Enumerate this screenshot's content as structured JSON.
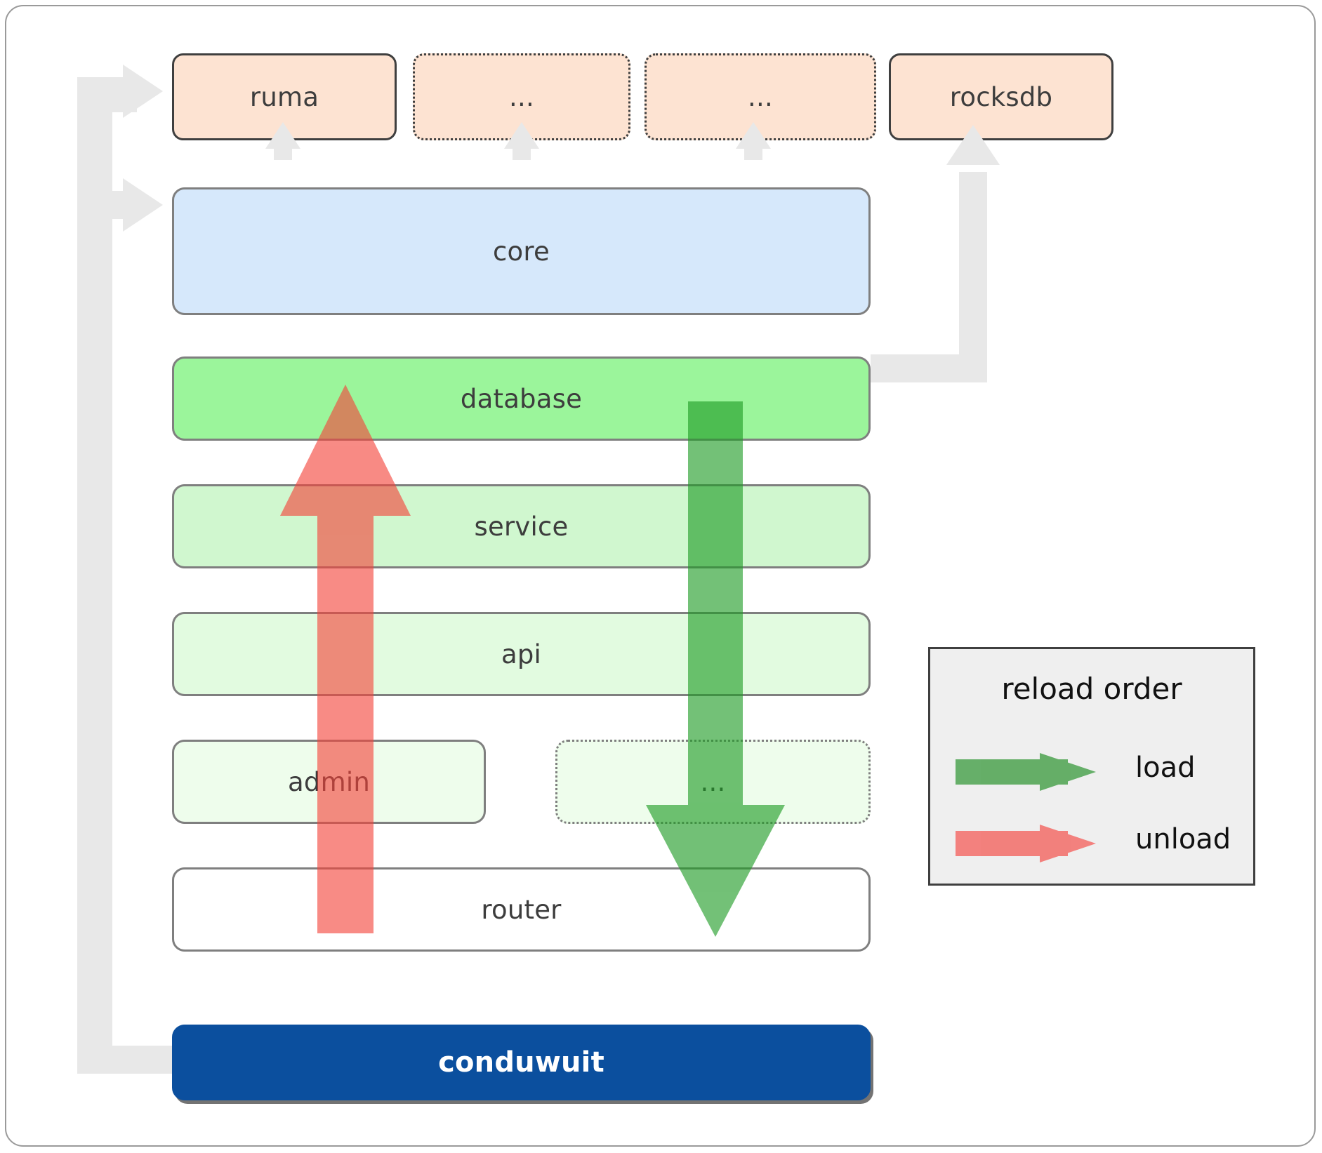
{
  "diagram": {
    "title": "conduwuit crate dependency / reload order diagram",
    "colors": {
      "dependency_fill": "#fde3d2",
      "core_fill": "#d6e8fb",
      "database_fill": "#9bf59b",
      "service_fill": "#d0f7cf",
      "api_fill": "#e2fbe0",
      "admin_fill": "#eefdec",
      "router_fill": "#ffffff",
      "conduwuit_fill": "#0b4f9e",
      "load_arrow": "#4caf50",
      "unload_arrow": "#f76a6a",
      "connector_gray": "#e8e8e8",
      "legend_bg": "#efefef"
    },
    "dependencies": [
      {
        "label": "ruma",
        "style": "solid"
      },
      {
        "label": "...",
        "style": "dotted"
      },
      {
        "label": "...",
        "style": "dotted"
      },
      {
        "label": "rocksdb",
        "style": "solid"
      }
    ],
    "core": {
      "label": "core"
    },
    "stack": [
      {
        "label": "database",
        "style": "solid"
      },
      {
        "label": "service",
        "style": "solid"
      },
      {
        "label": "api",
        "style": "solid"
      },
      {
        "label": "admin",
        "style": "solid"
      },
      {
        "label": "...",
        "style": "dotted"
      },
      {
        "label": "router",
        "style": "solid"
      }
    ],
    "binary": {
      "label": "conduwuit"
    },
    "legend": {
      "title": "reload order",
      "items": [
        {
          "label": "load",
          "color": "#4caf50"
        },
        {
          "label": "unload",
          "color": "#f76a6a"
        }
      ]
    }
  }
}
